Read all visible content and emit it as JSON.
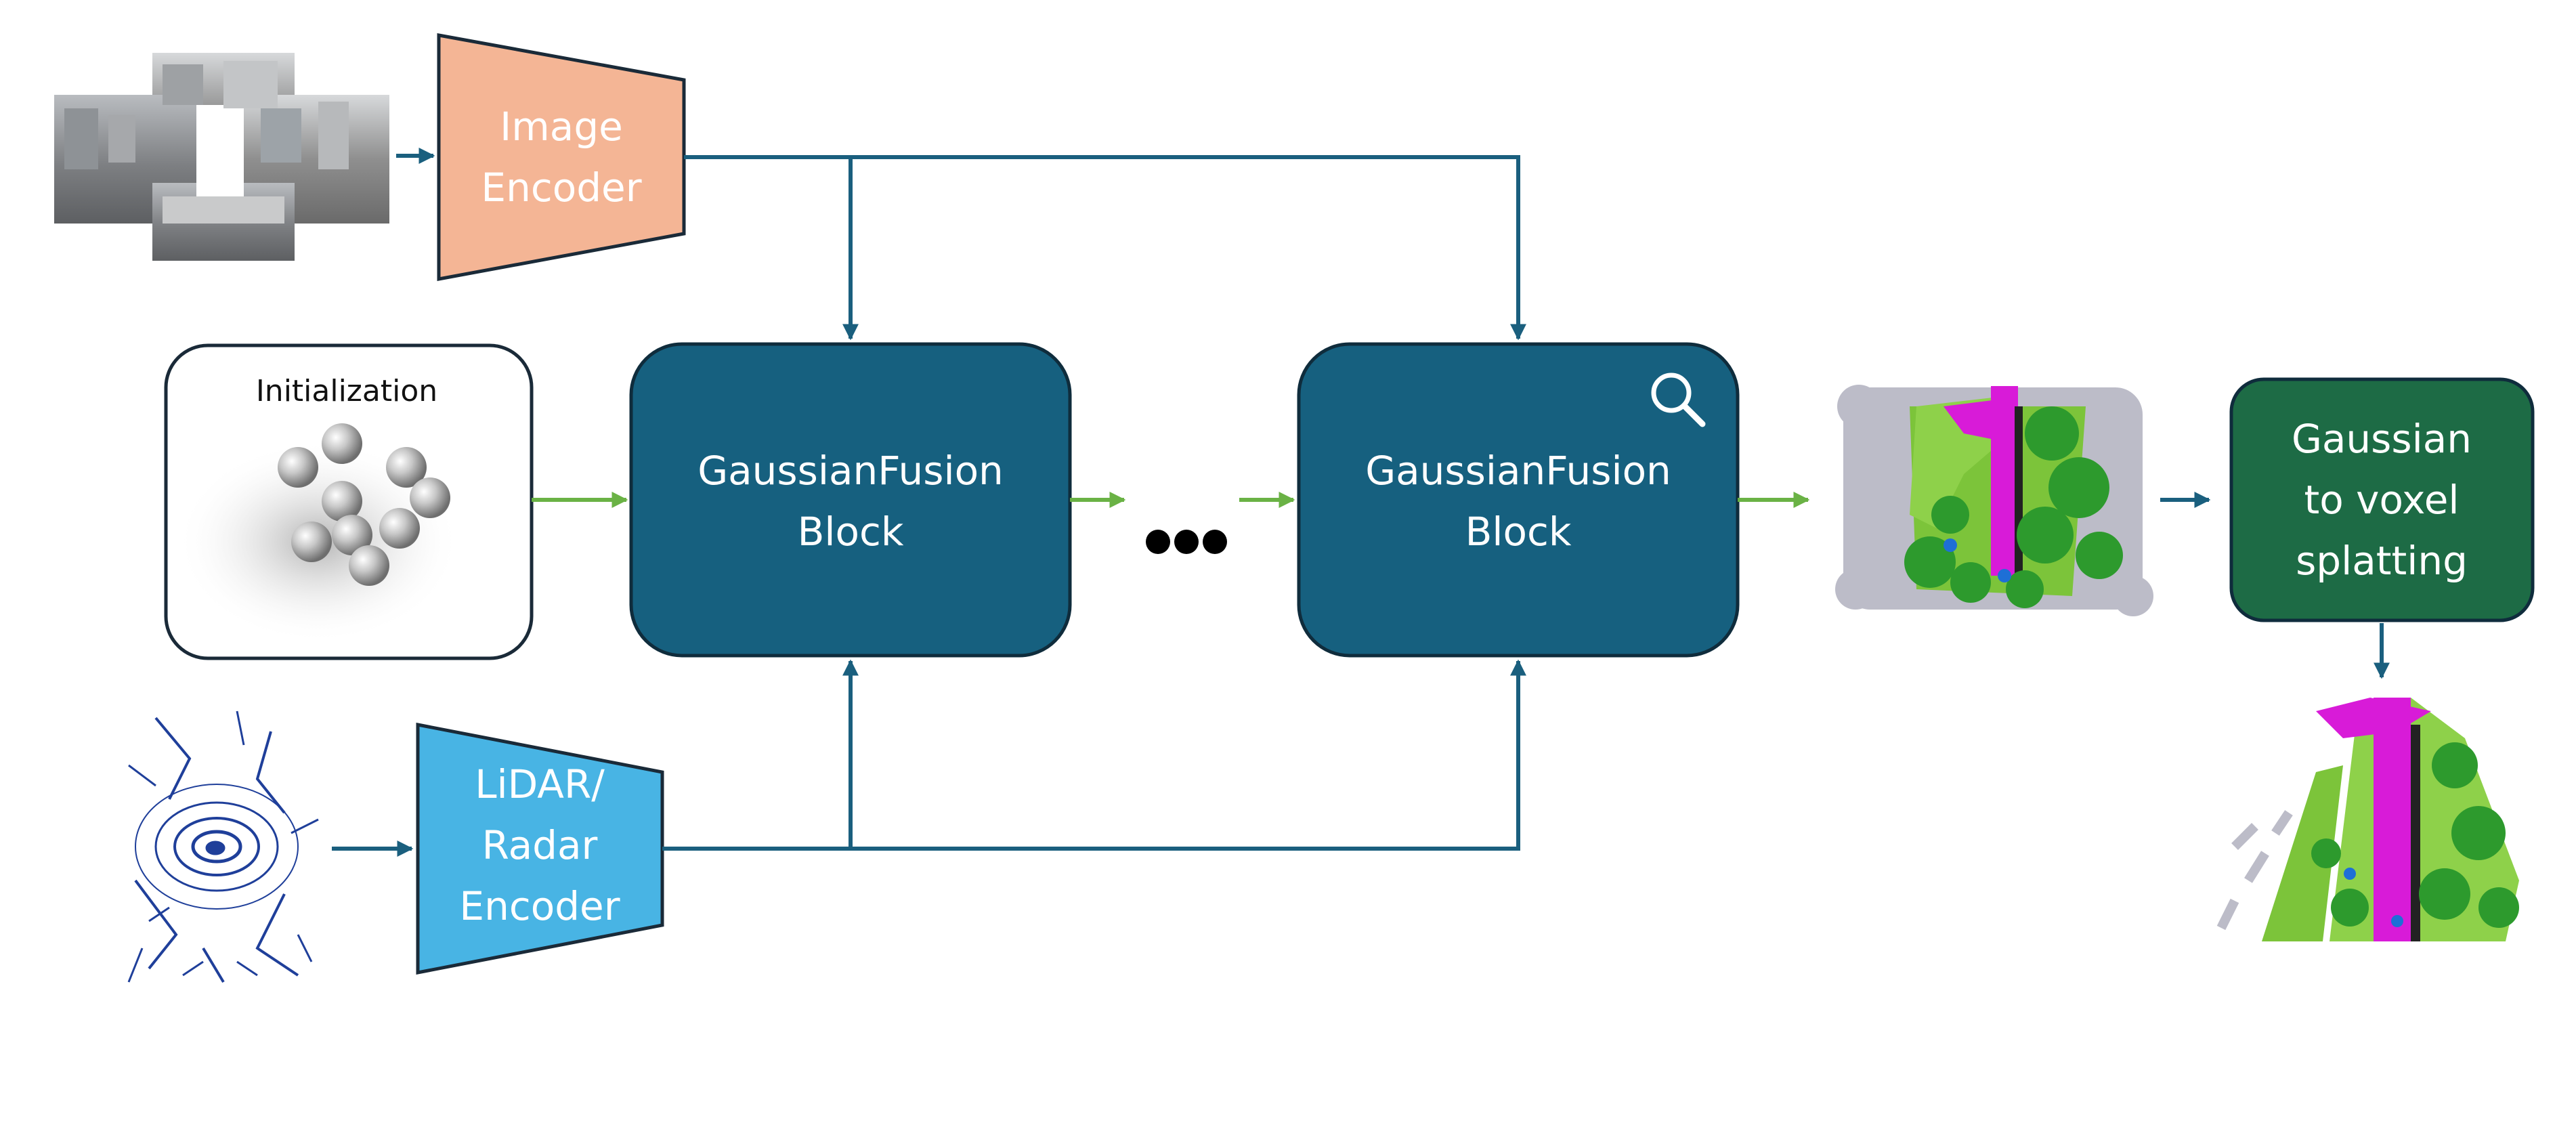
{
  "image_encoder": {
    "line1": "Image",
    "line2": "Encoder"
  },
  "lidar_encoder": {
    "line1": "LiDAR/",
    "line2": "Radar",
    "line3": "Encoder"
  },
  "initialization": {
    "label": "Initialization"
  },
  "fusion_block_1": {
    "line1": "GaussianFusion",
    "line2": "Block"
  },
  "fusion_block_2": {
    "line1": "GaussianFusion",
    "line2": "Block"
  },
  "splatting": {
    "line1": "Gaussian",
    "line2": "to voxel",
    "line3": "splatting"
  },
  "icons": {
    "magnifier": "magnifier-icon",
    "ellipsis": "ellipsis-dots"
  },
  "colors": {
    "image_encoder": "#F4B595",
    "lidar_encoder": "#48B4E4",
    "fusion_block": "#16607F",
    "splatting": "#1D6B45",
    "blue_arrow": "#1A5F7E",
    "green_arrow": "#6AB245"
  }
}
